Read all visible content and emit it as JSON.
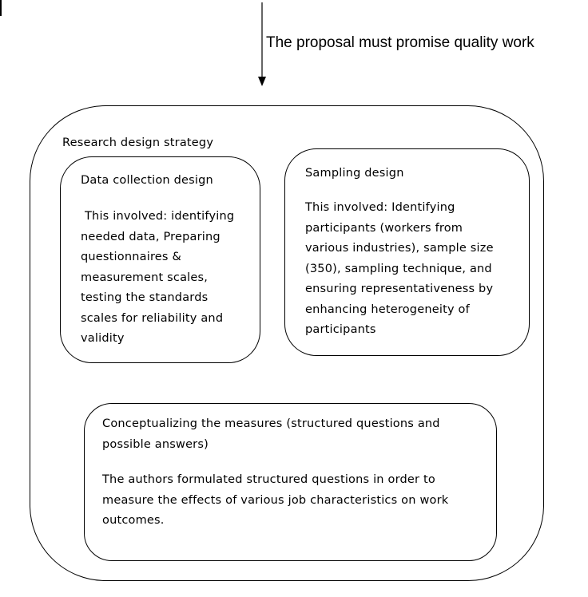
{
  "arrow_label": "The proposal must promise quality work",
  "outer": {
    "title": "Research design strategy"
  },
  "data_collection": {
    "title": "Data collection design",
    "lines": [
      "This involved: identifying",
      "needed data, Preparing",
      "questionnaires &",
      "measurement scales,",
      "testing the standards",
      "scales for reliability and",
      "validity"
    ]
  },
  "sampling": {
    "title": "Sampling design",
    "lines": [
      "This involved: Identifying",
      "participants (workers from",
      "various industries), sample size",
      "(350), sampling technique, and",
      "ensuring representativeness by",
      "enhancing heterogeneity of",
      "participants"
    ]
  },
  "measures": {
    "title_lines": [
      "Conceptualizing the measures (structured questions and",
      "possible answers)"
    ],
    "lines": [
      "The authors formulated structured questions in order to",
      "measure the effects of various job characteristics on work",
      "outcomes."
    ]
  }
}
